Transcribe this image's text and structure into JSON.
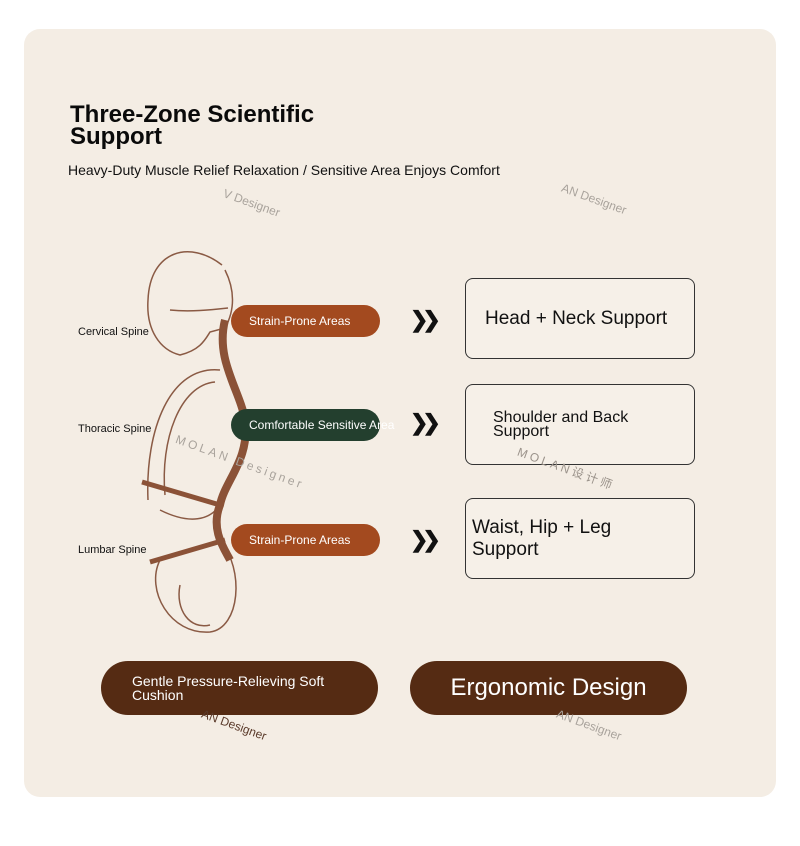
{
  "title": "Three-Zone Scientific Support",
  "subtitle": "Heavy-Duty Muscle Relief Relaxation / Sensitive Area Enjoys Comfort",
  "watermarks": [
    "V Designer",
    "AN Designer",
    "MOLAN Designer",
    "MOLAN设计师",
    "AN Designer",
    "AN Designer"
  ],
  "spine_labels": [
    "Cervical Spine",
    "Thoracic Spine",
    "Lumbar Spine"
  ],
  "zones": [
    {
      "tag": "Strain-Prone Areas",
      "tag_color": "#a34a1f",
      "support": "Head + Neck Support"
    },
    {
      "tag": "Comfortable Sensitive Area",
      "tag_color": "#233f2e",
      "support": "Shoulder and Back Support"
    },
    {
      "tag": "Strain-Prone Areas",
      "tag_color": "#a34a1f",
      "support": "Waist, Hip + Leg Support"
    }
  ],
  "arrow_icon": "double-chevron-right",
  "buttons": [
    "Gentle Pressure-Relieving Soft Cushion",
    "Ergonomic Design"
  ]
}
